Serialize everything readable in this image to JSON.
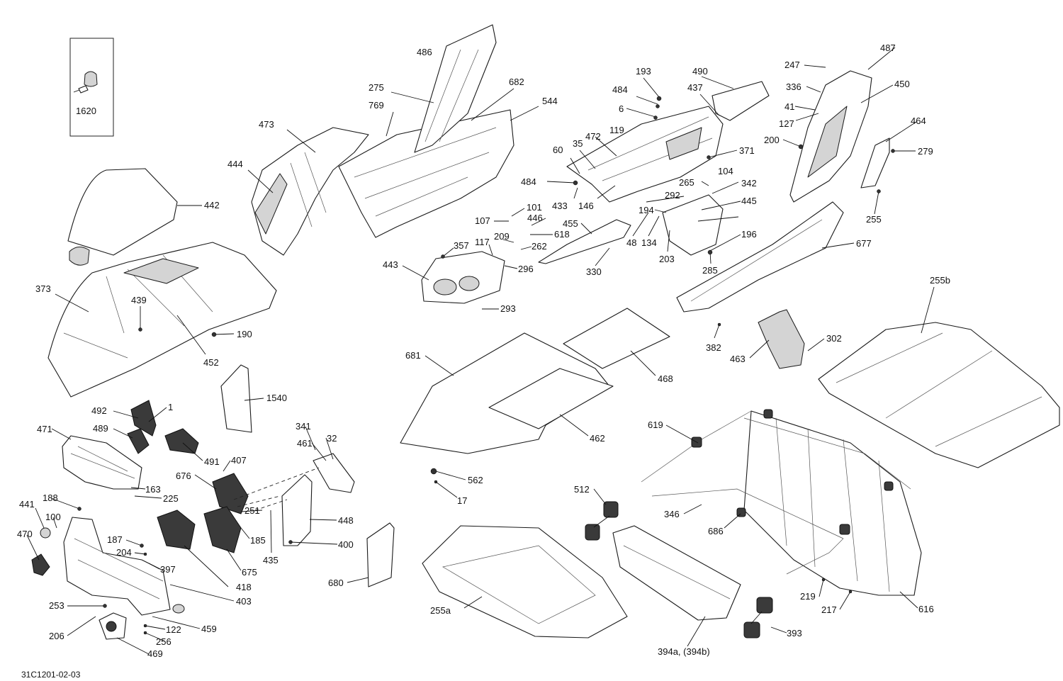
{
  "drawing_code": "31C1201-02-03",
  "inset_label": "1620",
  "callouts": [
    {
      "id": "1620",
      "label": "1620"
    },
    {
      "id": "486",
      "label": "486"
    },
    {
      "id": "275",
      "label": "275"
    },
    {
      "id": "682",
      "label": "682"
    },
    {
      "id": "769",
      "label": "769"
    },
    {
      "id": "544",
      "label": "544"
    },
    {
      "id": "473",
      "label": "473"
    },
    {
      "id": "444",
      "label": "444"
    },
    {
      "id": "442",
      "label": "442"
    },
    {
      "id": "373",
      "label": "373"
    },
    {
      "id": "439",
      "label": "439"
    },
    {
      "id": "190",
      "label": "190"
    },
    {
      "id": "452",
      "label": "452"
    },
    {
      "id": "193",
      "label": "193"
    },
    {
      "id": "490",
      "label": "490"
    },
    {
      "id": "484a",
      "label": "484"
    },
    {
      "id": "437",
      "label": "437"
    },
    {
      "id": "6",
      "label": "6"
    },
    {
      "id": "472",
      "label": "472"
    },
    {
      "id": "119",
      "label": "119"
    },
    {
      "id": "35",
      "label": "35"
    },
    {
      "id": "60",
      "label": "60"
    },
    {
      "id": "371",
      "label": "371"
    },
    {
      "id": "484b",
      "label": "484"
    },
    {
      "id": "433",
      "label": "433"
    },
    {
      "id": "146",
      "label": "146"
    },
    {
      "id": "265",
      "label": "265"
    },
    {
      "id": "104",
      "label": "104"
    },
    {
      "id": "342",
      "label": "342"
    },
    {
      "id": "292",
      "label": "292"
    },
    {
      "id": "445",
      "label": "445"
    },
    {
      "id": "194",
      "label": "194"
    },
    {
      "id": "48",
      "label": "48"
    },
    {
      "id": "134",
      "label": "134"
    },
    {
      "id": "203",
      "label": "203"
    },
    {
      "id": "196",
      "label": "196"
    },
    {
      "id": "285",
      "label": "285"
    },
    {
      "id": "247",
      "label": "247"
    },
    {
      "id": "487",
      "label": "487"
    },
    {
      "id": "336",
      "label": "336"
    },
    {
      "id": "450",
      "label": "450"
    },
    {
      "id": "41",
      "label": "41"
    },
    {
      "id": "127",
      "label": "127"
    },
    {
      "id": "200",
      "label": "200"
    },
    {
      "id": "464",
      "label": "464"
    },
    {
      "id": "279",
      "label": "279"
    },
    {
      "id": "255",
      "label": "255"
    },
    {
      "id": "677",
      "label": "677"
    },
    {
      "id": "101",
      "label": "101"
    },
    {
      "id": "107",
      "label": "107"
    },
    {
      "id": "446",
      "label": "446"
    },
    {
      "id": "455",
      "label": "455"
    },
    {
      "id": "618",
      "label": "618"
    },
    {
      "id": "209",
      "label": "209"
    },
    {
      "id": "117",
      "label": "117"
    },
    {
      "id": "357",
      "label": "357"
    },
    {
      "id": "262",
      "label": "262"
    },
    {
      "id": "443",
      "label": "443"
    },
    {
      "id": "296",
      "label": "296"
    },
    {
      "id": "330",
      "label": "330"
    },
    {
      "id": "293",
      "label": "293"
    },
    {
      "id": "382",
      "label": "382"
    },
    {
      "id": "255b",
      "label": "255b"
    },
    {
      "id": "302",
      "label": "302"
    },
    {
      "id": "463",
      "label": "463"
    },
    {
      "id": "681",
      "label": "681"
    },
    {
      "id": "468",
      "label": "468"
    },
    {
      "id": "462",
      "label": "462"
    },
    {
      "id": "562",
      "label": "562"
    },
    {
      "id": "17",
      "label": "17"
    },
    {
      "id": "1540",
      "label": "1540"
    },
    {
      "id": "492",
      "label": "492"
    },
    {
      "id": "1",
      "label": "1"
    },
    {
      "id": "489",
      "label": "489"
    },
    {
      "id": "471",
      "label": "471"
    },
    {
      "id": "491",
      "label": "491"
    },
    {
      "id": "341",
      "label": "341"
    },
    {
      "id": "32",
      "label": "32"
    },
    {
      "id": "461",
      "label": "461"
    },
    {
      "id": "407",
      "label": "407"
    },
    {
      "id": "676",
      "label": "676"
    },
    {
      "id": "163",
      "label": "163"
    },
    {
      "id": "225",
      "label": "225"
    },
    {
      "id": "251",
      "label": "251"
    },
    {
      "id": "448",
      "label": "448"
    },
    {
      "id": "185",
      "label": "185"
    },
    {
      "id": "400",
      "label": "400"
    },
    {
      "id": "435",
      "label": "435"
    },
    {
      "id": "675",
      "label": "675"
    },
    {
      "id": "418",
      "label": "418"
    },
    {
      "id": "403",
      "label": "403"
    },
    {
      "id": "397",
      "label": "397"
    },
    {
      "id": "188",
      "label": "188"
    },
    {
      "id": "441",
      "label": "441"
    },
    {
      "id": "100",
      "label": "100"
    },
    {
      "id": "470",
      "label": "470"
    },
    {
      "id": "187",
      "label": "187"
    },
    {
      "id": "204",
      "label": "204"
    },
    {
      "id": "253",
      "label": "253"
    },
    {
      "id": "206",
      "label": "206"
    },
    {
      "id": "122",
      "label": "122"
    },
    {
      "id": "256",
      "label": "256"
    },
    {
      "id": "459",
      "label": "459"
    },
    {
      "id": "469",
      "label": "469"
    },
    {
      "id": "680",
      "label": "680"
    },
    {
      "id": "619",
      "label": "619"
    },
    {
      "id": "512",
      "label": "512"
    },
    {
      "id": "346",
      "label": "346"
    },
    {
      "id": "686",
      "label": "686"
    },
    {
      "id": "255a",
      "label": "255a"
    },
    {
      "id": "394",
      "label": "394a, (394b)"
    },
    {
      "id": "393",
      "label": "393"
    },
    {
      "id": "219",
      "label": "219"
    },
    {
      "id": "217",
      "label": "217"
    },
    {
      "id": "616",
      "label": "616"
    }
  ]
}
